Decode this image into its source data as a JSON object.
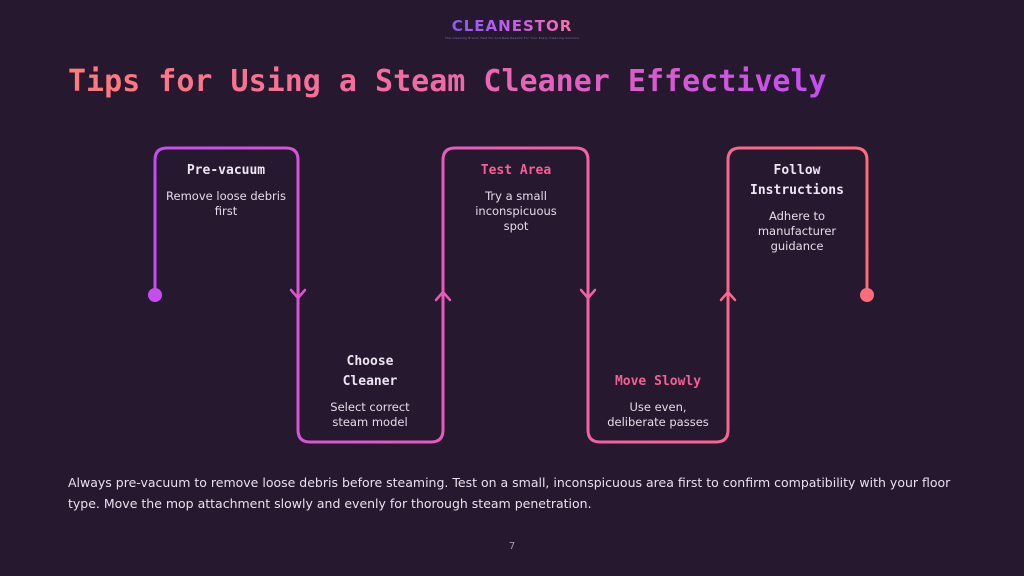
{
  "logo": {
    "text": "CLEANESTOR",
    "tagline": "The Cleaning Brand: Fast Fix And Real Results For Your Every Cleaning Solution"
  },
  "title": "Tips for Using a Steam Cleaner Effectively",
  "steps": [
    {
      "title": "Pre-vacuum",
      "description": "Remove loose debris first",
      "accent": false
    },
    {
      "title": "Choose Cleaner",
      "description": "Select correct steam model",
      "accent": false
    },
    {
      "title": "Test Area",
      "description": "Try a small inconspicuous spot",
      "accent": true
    },
    {
      "title": "Move Slowly",
      "description": "Use even, deliberate passes",
      "accent": true
    },
    {
      "title": "Follow Instructions",
      "description": "Adhere to manufacturer guidance",
      "accent": false
    }
  ],
  "summary": "Always pre-vacuum to remove loose debris before steaming. Test on a small, inconspicuous area first to confirm compatibility with your floor type. Move the mop attachment slowly and evenly for thorough steam penetration.",
  "page_number": "7",
  "colors": {
    "background": "#26182e",
    "gradient_start": "#c44ef0",
    "gradient_end": "#ff6b7a",
    "accent_text": "#f45f95"
  }
}
